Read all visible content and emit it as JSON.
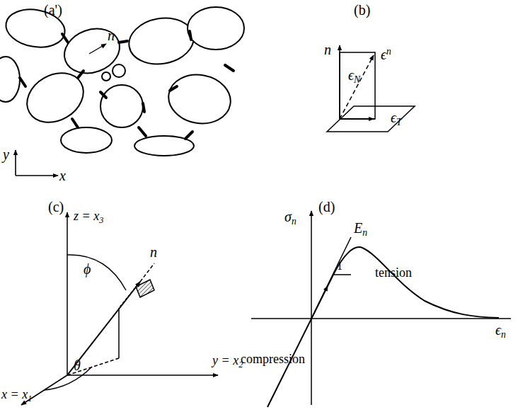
{
  "diagram": {
    "labels": [
      "(a')",
      "n",
      "y",
      "x",
      "(b)",
      "n",
      "ϵN",
      "ϵn",
      "ϵT",
      "(c)",
      "z = x3",
      "ϕ",
      "n",
      "y = x2",
      "x = x1",
      "θ",
      "(d)",
      "σn",
      "En",
      "1",
      "tension",
      "compression",
      "ϵn"
    ]
  }
}
